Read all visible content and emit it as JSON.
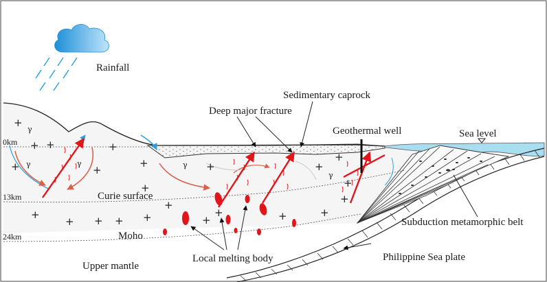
{
  "labels": {
    "rainfall": "Rainfall",
    "sedimentary_caprock": "Sedimentary caprock",
    "deep_major_fracture": "Deep major fracture",
    "geothermal_well": "Geothermal well",
    "sea_level": "Sea level",
    "curie_surface": "Curie surface",
    "moho": "Moho",
    "upper_mantle": "Upper mantle",
    "local_melting_body": "Local melting body",
    "philippine_sea_plate": "Philippine Sea plate",
    "subduction_metamorphic_belt": "Subduction metamorphic belt"
  },
  "depths": {
    "surface": "0km",
    "curie": "13km",
    "moho": "24km"
  },
  "symbols": {
    "granite": "γ",
    "cross": "+"
  },
  "colors": {
    "cloud": "#2a9ee0",
    "rain": "#2a9ee0",
    "fracture": "#e0161b",
    "sea": "#a9ddf0",
    "cold_water": "#2a9ee0",
    "heat_flow": "#e0161b"
  }
}
